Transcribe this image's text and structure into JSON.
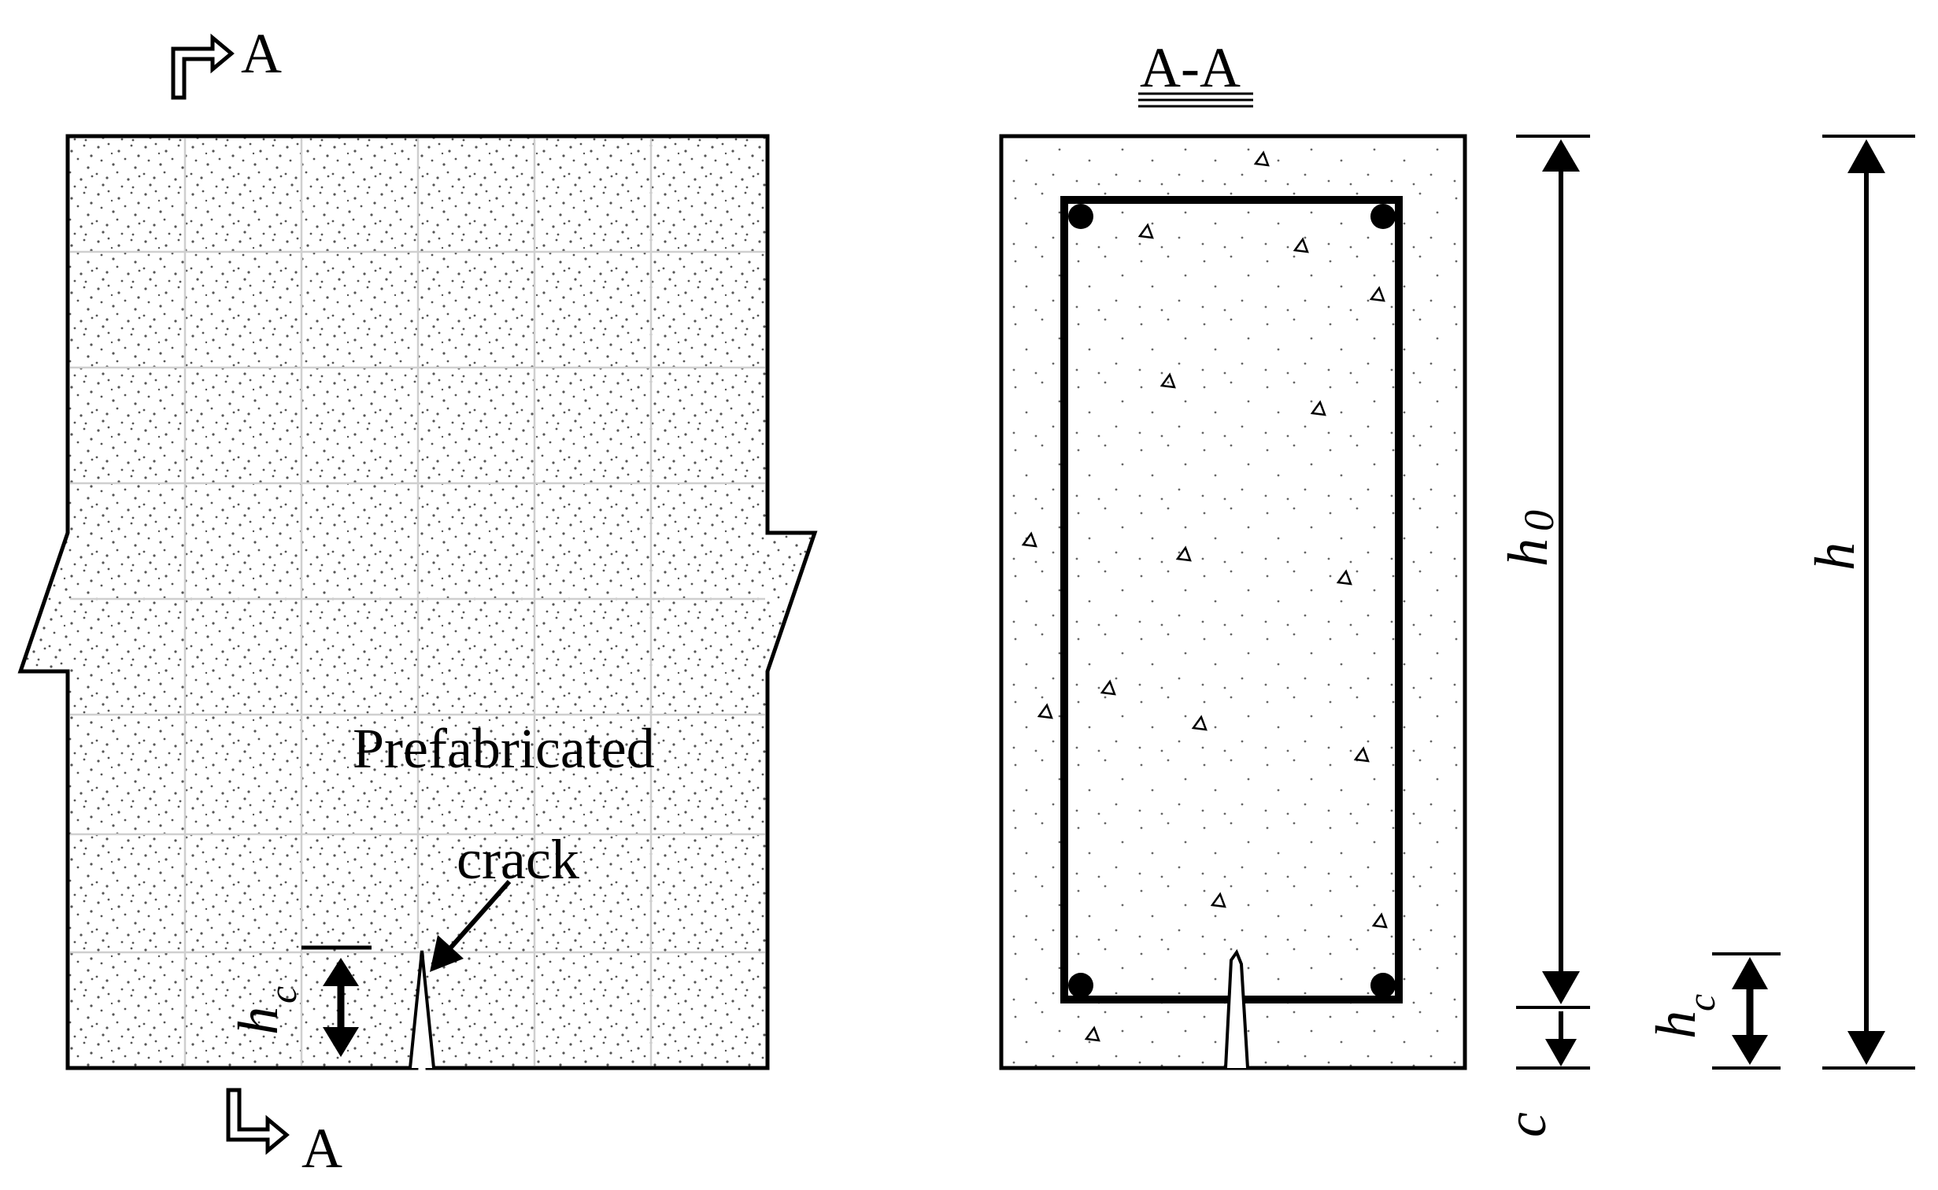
{
  "left_view": {
    "section_marker_top": "A",
    "section_marker_bottom": "A",
    "label_line1": "Prefabricated",
    "label_line2": "crack",
    "crack_height_symbol": "h",
    "crack_height_subscript": "c"
  },
  "section_view": {
    "title": "A-A"
  },
  "dimensions": {
    "effective_depth_symbol": "h",
    "effective_depth_subscript": "0",
    "total_depth_symbol": "h",
    "crack_height_symbol": "h",
    "crack_height_subscript": "c",
    "cover_symbol": "c"
  }
}
